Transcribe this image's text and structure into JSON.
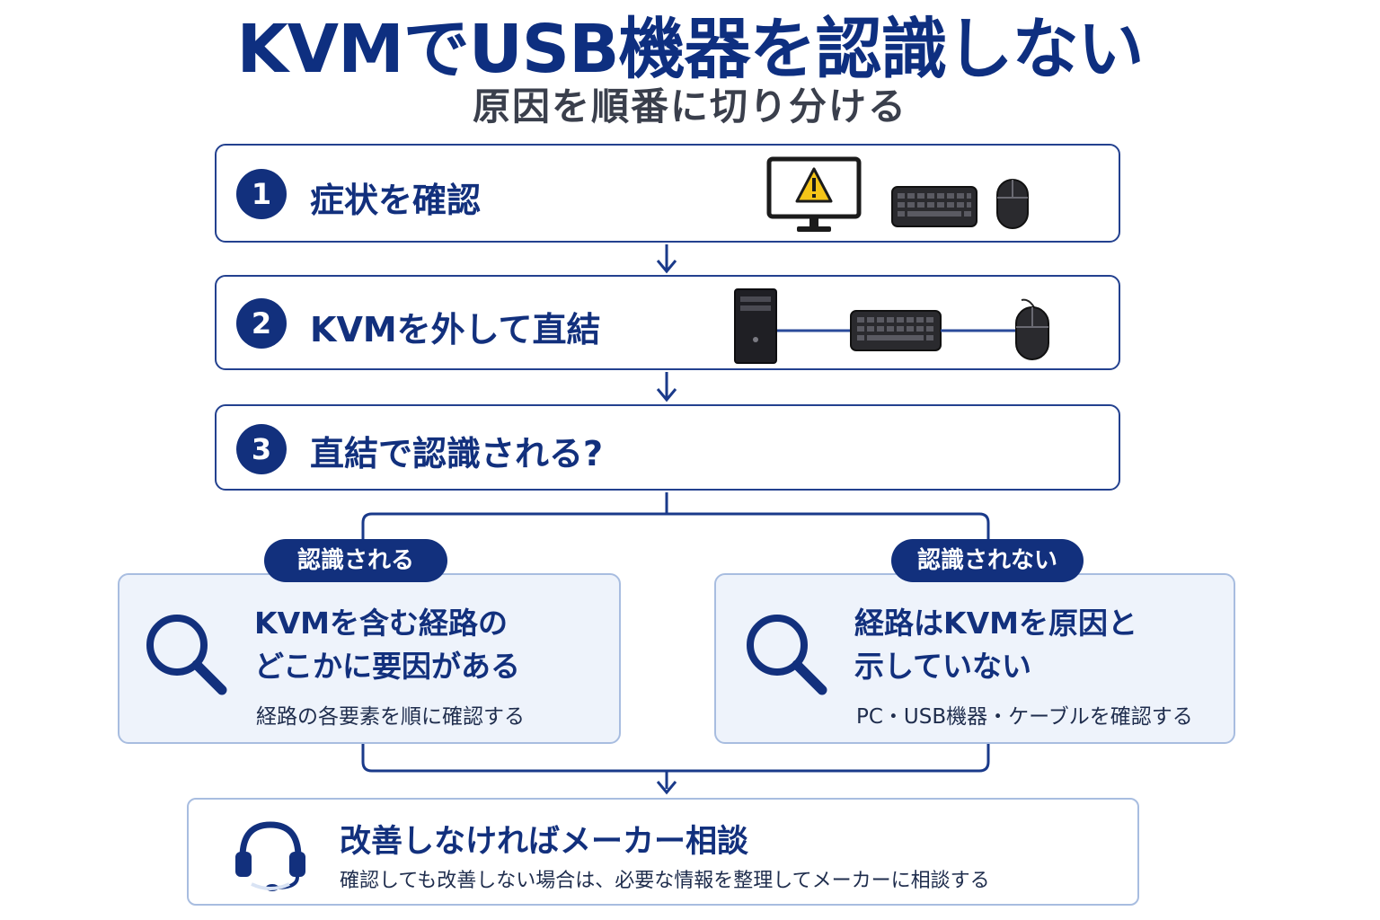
{
  "title": "KVMでUSB機器を認識しない",
  "subtitle": "原因を順番に切り分ける",
  "steps": [
    {
      "number": "1",
      "label": "症状を確認",
      "icons": [
        "warning-monitor-icon",
        "keyboard-icon",
        "mouse-icon"
      ]
    },
    {
      "number": "2",
      "label": "KVMを外して直結",
      "icons": [
        "pc-tower-icon",
        "keyboard-icon",
        "mouse-icon"
      ]
    },
    {
      "number": "3",
      "label": "直結で認識される?"
    }
  ],
  "branches": {
    "left": {
      "tag": "認識される",
      "main_line1": "KVMを含む経路の",
      "main_line2": "どこかに要因がある",
      "sub": "経路の各要素を順に確認する",
      "icon": "magnifier-icon"
    },
    "right": {
      "tag": "認識されない",
      "main_line1": "経路はKVMを原因と",
      "main_line2": "示していない",
      "sub": "PC・USB機器・ケーブルを確認する",
      "icon": "magnifier-icon"
    }
  },
  "final": {
    "title": "改善しなければメーカー相談",
    "description": "確認しても改善しない場合は、必要な情報を整理してメーカーに相談する",
    "icon": "headset-icon"
  },
  "colors": {
    "navy": "#12307d",
    "title_blue": "#0e2f80",
    "box_fill": "#eef3fb",
    "box_border": "#a8bde0",
    "warning_yellow": "#f5c518"
  }
}
